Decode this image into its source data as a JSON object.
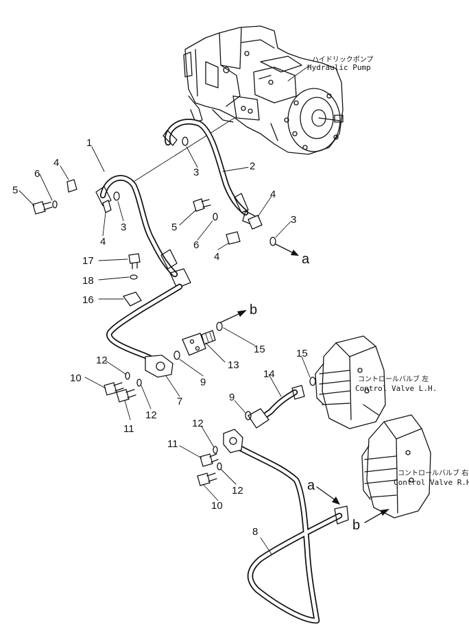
{
  "labels": {
    "pump_jp": "ハイドリックポンプ",
    "pump_en": "Hydraulic Pump",
    "valve_lh_jp": "コントロールバルブ 左",
    "valve_lh_en": "Control Valve L.H.",
    "valve_rh_jp": "コントロールバルブ 右",
    "valve_rh_en": "Control Valve R.H."
  },
  "part_numbers": {
    "p1": "1",
    "p2": "2",
    "p3a": "3",
    "p3b": "3",
    "p3c": "3",
    "p4a": "4",
    "p4b": "4",
    "p4c": "4",
    "p4d": "4",
    "p5a": "5",
    "p5b": "5",
    "p6a": "6",
    "p6b": "6",
    "p7": "7",
    "p8": "8",
    "p9a": "9",
    "p9b": "9",
    "p10a": "10",
    "p10b": "10",
    "p11a": "11",
    "p11b": "11",
    "p12a": "12",
    "p12b": "12",
    "p12c": "12",
    "p12d": "12",
    "p13": "13",
    "p14": "14",
    "p15a": "15",
    "p15b": "15",
    "p16": "16",
    "p17": "17",
    "p18": "18"
  },
  "connection_refs": {
    "a_out": "a",
    "b_out": "b",
    "a_in": "a",
    "b_in": "b"
  }
}
